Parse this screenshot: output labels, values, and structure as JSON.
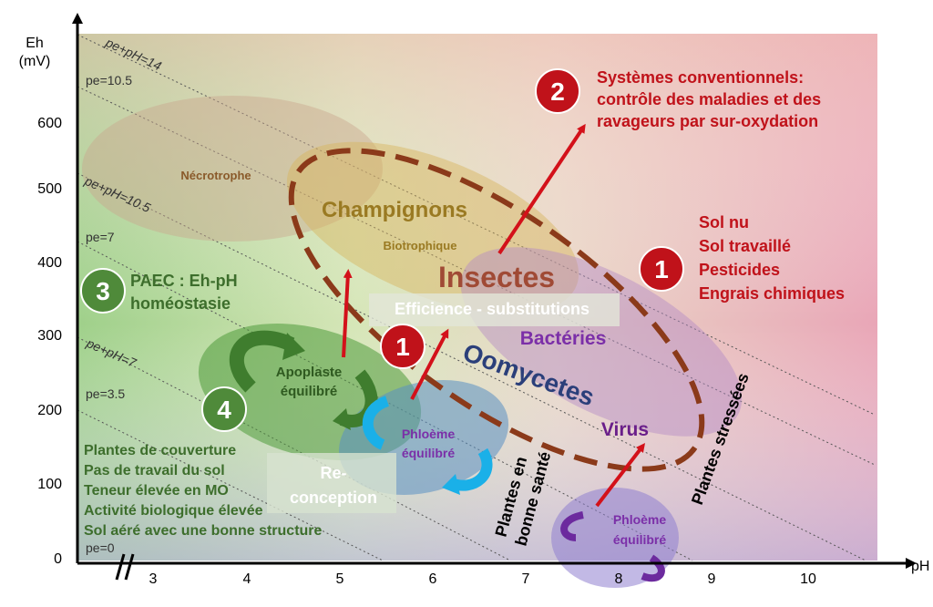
{
  "axes": {
    "y_title_line1": "Eh",
    "y_title_line2": "(mV)",
    "x_title": "pH",
    "y_ticks": [
      "600",
      "500",
      "400",
      "300",
      "200",
      "100",
      "0"
    ],
    "x_ticks": [
      "3",
      "4",
      "5",
      "6",
      "7",
      "8",
      "9",
      "10"
    ]
  },
  "iso_lines": {
    "pe_ph_14": "pe+pH=14",
    "pe_10_5": "pe=10.5",
    "pe_ph_10_5": "pe+pH=10.5",
    "pe_7": "pe=7",
    "pe_ph_7": "pe+pH=7",
    "pe_3_5": "pe=3.5",
    "pe_0": "pe=0"
  },
  "zones": {
    "necrotrophe": "Nécrotrophe",
    "champignons": "Champignons",
    "biotrophique": "Biotrophique",
    "insectes": "Insectes",
    "bacteries": "Bactéries",
    "oomycetes": "Oomycetes",
    "virus": "Virus",
    "apoplaste_line1": "Apoplaste",
    "apoplaste_line2": "équilibré",
    "phloeme1_line1": "Phloème",
    "phloeme1_line2": "équilibré",
    "phloeme2_line1": "Phloème",
    "phloeme2_line2": "équilibré"
  },
  "boxes": {
    "efficience": "Efficience  - substitutions",
    "reconception_line1": "Re-",
    "reconception_line2": "conception"
  },
  "badges": {
    "b2": "2",
    "b1_top": "1",
    "b1_mid": "1",
    "b3": "3",
    "b4": "4"
  },
  "annotations": {
    "conv_line1": "Systèmes conventionnels:",
    "conv_line2": "contrôle des maladies et des",
    "conv_line3": "ravageurs par sur-oxydation",
    "sol_items": [
      "Sol nu",
      "Sol travaillé",
      "Pesticides",
      "Engrais chimiques"
    ],
    "paec_line1": "PAEC : Eh-pH",
    "paec_line2": "homéostasie",
    "practices": [
      "Plantes de couverture",
      "Pas de travail du sol",
      "Teneur élevée en MO",
      "Activité biologique élevée",
      "Sol aéré avec une bonne structure"
    ],
    "plantes_bonne_sante_line1": "Plantes en",
    "plantes_bonne_sante_line2": "bonne santé",
    "plantes_stressees": "Plantes stressées"
  },
  "colors": {
    "red": "#c0121a",
    "dark_red": "#a01010",
    "green": "#4f8a3a",
    "dark_green": "#3d6e2c",
    "purple": "#7b2fa8",
    "navy": "#2b3f7a",
    "olive": "#8a6a1a",
    "brown_dash": "#8b3a1a",
    "cyan": "#1ab0e8"
  }
}
